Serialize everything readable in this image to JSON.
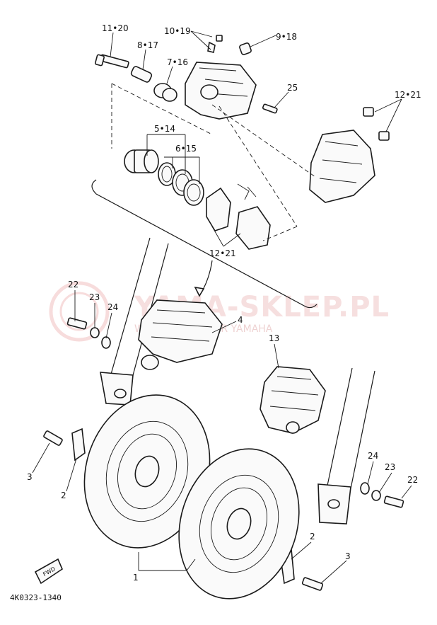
{
  "watermark": {
    "title": "YAMA-SKLEP.PL",
    "subtitle": "W...WICZ | DEALER YAMAHA"
  },
  "diagram_code": "4K0323-1340",
  "fwd_label": "FWD",
  "callouts": [
    {
      "id": "c-11-20",
      "text": "11•20"
    },
    {
      "id": "c-10-19",
      "text": "10•19"
    },
    {
      "id": "c-9-18",
      "text": "9•18"
    },
    {
      "id": "c-8-17",
      "text": "8•17"
    },
    {
      "id": "c-7-16",
      "text": "7•16"
    },
    {
      "id": "c-25",
      "text": "25"
    },
    {
      "id": "c-12-21-a",
      "text": "12•21"
    },
    {
      "id": "c-5-14",
      "text": "5•14"
    },
    {
      "id": "c-6-15",
      "text": "6•15"
    },
    {
      "id": "c-12-21-b",
      "text": "12•21"
    },
    {
      "id": "c-22-a",
      "text": "22"
    },
    {
      "id": "c-23-a",
      "text": "23"
    },
    {
      "id": "c-24-a",
      "text": "24"
    },
    {
      "id": "c-4",
      "text": "4"
    },
    {
      "id": "c-13",
      "text": "13"
    },
    {
      "id": "c-3-a",
      "text": "3"
    },
    {
      "id": "c-2-a",
      "text": "2"
    },
    {
      "id": "c-24-b",
      "text": "24"
    },
    {
      "id": "c-23-b",
      "text": "23"
    },
    {
      "id": "c-22-b",
      "text": "22"
    },
    {
      "id": "c-2-b",
      "text": "2"
    },
    {
      "id": "c-3-b",
      "text": "3"
    },
    {
      "id": "c-1",
      "text": "1"
    }
  ]
}
